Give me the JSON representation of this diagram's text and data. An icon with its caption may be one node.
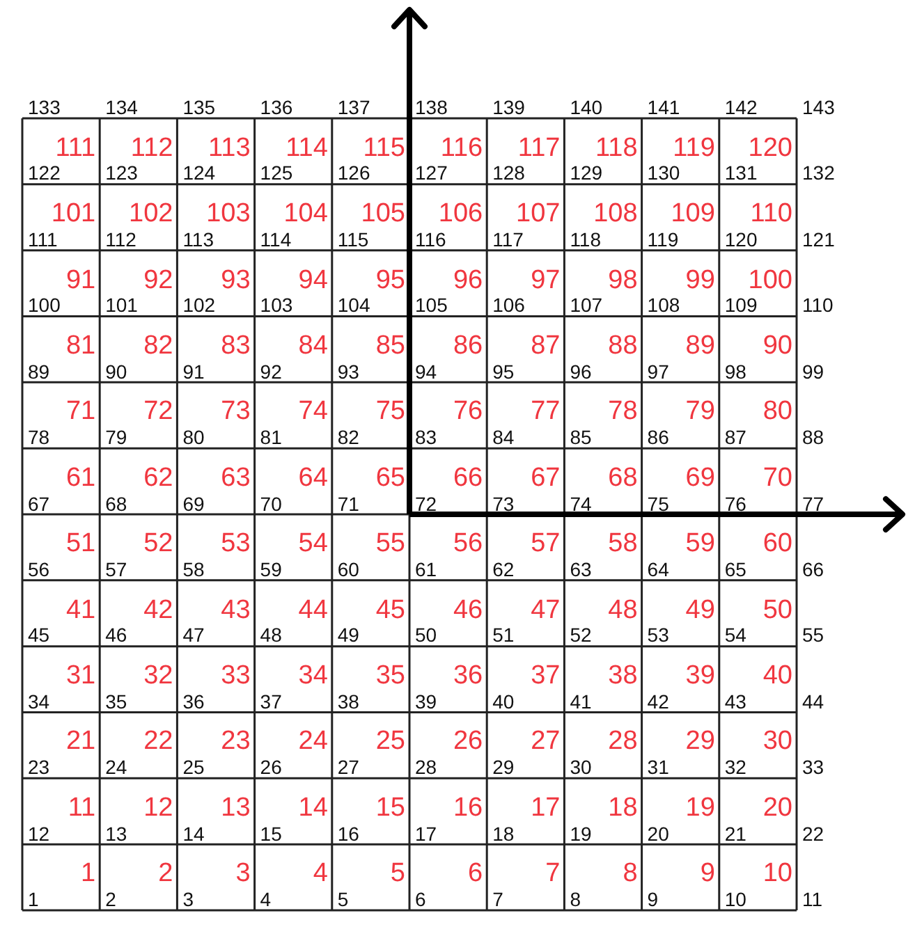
{
  "diagram": {
    "labels": [
      "133",
      "134",
      "135",
      "136",
      "137",
      "138",
      "139",
      "140",
      "141",
      "142",
      "143",
      "111",
      "112",
      "113",
      "114",
      "115",
      "116",
      "117",
      "118",
      "119",
      "120",
      "122",
      "123",
      "124",
      "125",
      "126",
      "127",
      "128",
      "129",
      "130",
      "131",
      "132",
      "101",
      "102",
      "103",
      "104",
      "105",
      "106",
      "107",
      "108",
      "109",
      "110",
      "111",
      "112",
      "113",
      "114",
      "115",
      "116",
      "117",
      "118",
      "119",
      "120",
      "121",
      "91",
      "92",
      "93",
      "94",
      "95",
      "96",
      "97",
      "98",
      "99",
      "100",
      "100",
      "101",
      "102",
      "103",
      "104",
      "105",
      "106",
      "107",
      "108",
      "109",
      "110",
      "81",
      "82",
      "83",
      "84",
      "85",
      "86",
      "87",
      "88",
      "89",
      "90",
      "89",
      "90",
      "91",
      "92",
      "93",
      "94",
      "95",
      "96",
      "97",
      "98",
      "99",
      "71",
      "72",
      "73",
      "74",
      "75",
      "76",
      "77",
      "78",
      "79",
      "80",
      "78",
      "79",
      "80",
      "81",
      "82",
      "83",
      "84",
      "85",
      "86",
      "87",
      "88",
      "61",
      "62",
      "63",
      "64",
      "65",
      "66",
      "67",
      "68",
      "69",
      "70",
      "67",
      "68",
      "69",
      "70",
      "71",
      "72",
      "73",
      "74",
      "75",
      "76",
      "77",
      "51",
      "52",
      "53",
      "54",
      "55",
      "56",
      "57",
      "58",
      "59",
      "60",
      "56",
      "57",
      "58",
      "59",
      "60",
      "61",
      "62",
      "63",
      "64",
      "65",
      "66",
      "41",
      "42",
      "43",
      "44",
      "45",
      "46",
      "47",
      "48",
      "49",
      "50",
      "45",
      "46",
      "47",
      "48",
      "49",
      "50",
      "51",
      "52",
      "53",
      "54",
      "55",
      "31",
      "32",
      "33",
      "34",
      "35",
      "36",
      "37",
      "38",
      "39",
      "40",
      "34",
      "35",
      "36",
      "37",
      "38",
      "39",
      "40",
      "41",
      "42",
      "43",
      "44",
      "21",
      "22",
      "23",
      "24",
      "25",
      "26",
      "27",
      "28",
      "29",
      "30",
      "23",
      "24",
      "25",
      "26",
      "27",
      "28",
      "29",
      "30",
      "31",
      "32",
      "33",
      "11",
      "12",
      "13",
      "14",
      "15",
      "16",
      "17",
      "18",
      "19",
      "20",
      "12",
      "13",
      "14",
      "15",
      "16",
      "17",
      "18",
      "19",
      "20",
      "21",
      "22",
      "1",
      "2",
      "3",
      "4",
      "5",
      "6",
      "7",
      "8",
      "9",
      "10",
      "1",
      "2",
      "3",
      "4",
      "5",
      "6",
      "7",
      "8",
      "9",
      "10",
      "11"
    ]
  }
}
